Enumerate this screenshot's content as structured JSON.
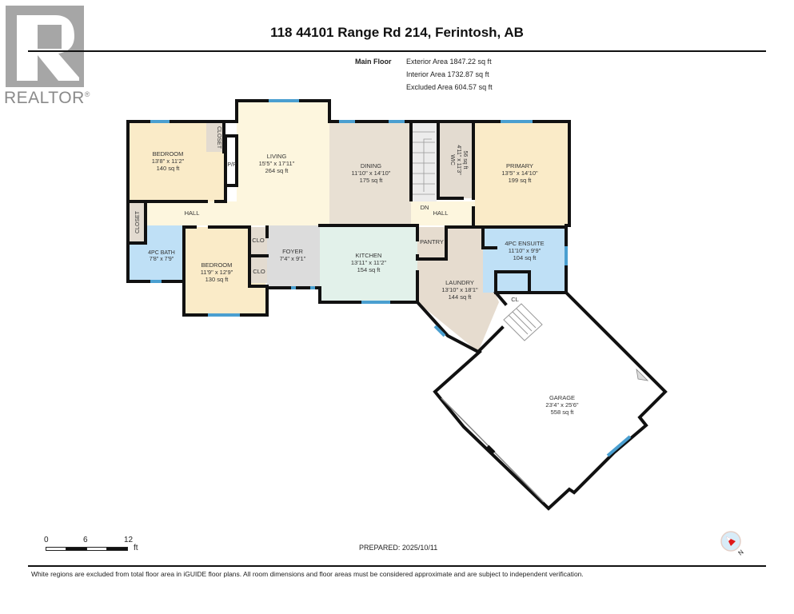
{
  "logo": {
    "brand": "REALTOR",
    "mark": "R",
    "registered": "®"
  },
  "header": {
    "title": "118 44101 Range Rd 214, Ferintosh, AB",
    "floor_label": "Main Floor",
    "exterior_area": "Exterior Area 1847.22 sq ft",
    "interior_area": "Interior Area 1732.87 sq ft",
    "excluded_area": "Excluded Area 604.57 sq ft"
  },
  "rooms": {
    "bedroom1": {
      "name": "BEDROOM",
      "dims": "13'8\" x 11'2\"",
      "area": "140 sq ft"
    },
    "living": {
      "name": "LIVING",
      "dims": "15'5\" x 17'11\"",
      "area": "264 sq ft"
    },
    "dining": {
      "name": "DINING",
      "dims": "11'10\" x 14'10\"",
      "area": "175 sq ft"
    },
    "wic": {
      "name": "WIC",
      "dims": "4'11\" x 11'3\"",
      "area": "56 sq ft"
    },
    "primary": {
      "name": "PRIMARY",
      "dims": "13'5\" x 14'10\"",
      "area": "199 sq ft"
    },
    "bath": {
      "name": "4PC BATH",
      "dims": "7'8\" x 7'9\""
    },
    "bedroom2": {
      "name": "BEDROOM",
      "dims": "11'9\" x 12'9\"",
      "area": "130 sq ft"
    },
    "foyer": {
      "name": "FOYER",
      "dims": "7'4\" x 9'1\""
    },
    "kitchen": {
      "name": "KITCHEN",
      "dims": "13'11\" x 11'2\"",
      "area": "154 sq ft"
    },
    "ensuite": {
      "name": "4PC ENSUITE",
      "dims": "11'10\" x 9'9\"",
      "area": "104 sq ft"
    },
    "laundry": {
      "name": "LAUNDRY",
      "dims": "13'10\" x 18'1\"",
      "area": "144 sq ft"
    },
    "garage": {
      "name": "GARAGE",
      "dims": "23'4\" x 25'6\"",
      "area": "558 sq ft"
    }
  },
  "small_labels": {
    "closet_top": "CLOSET",
    "closet_left": "CLOSET",
    "pp": "P/P",
    "hall_left": "HALL",
    "hall_right": "HALL",
    "dn": "DN",
    "clo1": "CLO",
    "clo2": "CLO",
    "pantry": "PANTRY",
    "cl": "CL"
  },
  "scale_bar": {
    "ticks": [
      "0",
      "6",
      "12"
    ],
    "unit": "ft"
  },
  "footer": {
    "prepared": "PREPARED: 2025/10/11",
    "compass_label": "N",
    "disclaimer": "White regions are excluded from total floor area in iGUIDE floor plans. All room dimensions and floor areas must be considered approximate and are subject to independent verification."
  },
  "colors": {
    "bedroom": "#faebc8",
    "living": "#fdf6de",
    "dining": "#e8e0d3",
    "closet": "#e3dbd0",
    "bath": "#bfe0f6",
    "foyer": "#dcdcdc",
    "kitchen": "#e2f1ea",
    "laundry": "#e6dccf",
    "window": "#4a9fd0",
    "wall": "#111111"
  }
}
